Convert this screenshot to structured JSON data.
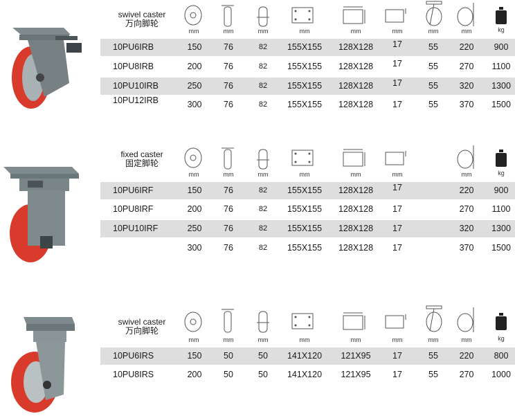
{
  "units": {
    "mm": "mm",
    "kg": "kg"
  },
  "sections": [
    {
      "title_en": "swivel caster",
      "title_cn": "万向脚轮",
      "rows": [
        {
          "model": "10PU6IRB",
          "d": "150",
          "w": "76",
          "h": "82",
          "plate": "155X155",
          "holes": "128X128",
          "bolt": "17",
          "offset": "55",
          "height": "220",
          "load": "900"
        },
        {
          "model": "10PU8IRB",
          "d": "200",
          "w": "76",
          "h": "82",
          "plate": "155X155",
          "holes": "128X128",
          "bolt": "17",
          "offset": "55",
          "height": "270",
          "load": "1100"
        },
        {
          "model": "10PU10IRB",
          "d": "250",
          "w": "76",
          "h": "82",
          "plate": "155X155",
          "holes": "128X128",
          "bolt": "17",
          "offset": "55",
          "height": "320",
          "load": "1300"
        },
        {
          "model": "10PU12IRB",
          "d": "300",
          "w": "76",
          "h": "82",
          "plate": "155X155",
          "holes": "128X128",
          "bolt": "17",
          "offset": "55",
          "height": "370",
          "load": "1500"
        }
      ]
    },
    {
      "title_en": "fixed caster",
      "title_cn": "固定脚轮",
      "rows": [
        {
          "model": "10PU6IRF",
          "d": "150",
          "w": "76",
          "h": "82",
          "plate": "155X155",
          "holes": "128X128",
          "bolt": "17",
          "height": "220",
          "load": "900"
        },
        {
          "model": "10PU8IRF",
          "d": "200",
          "w": "76",
          "h": "82",
          "plate": "155X155",
          "holes": "128X128",
          "bolt": "17",
          "height": "270",
          "load": "1100"
        },
        {
          "model": "10PU10IRF",
          "d": "250",
          "w": "76",
          "h": "82",
          "plate": "155X155",
          "holes": "128X128",
          "bolt": "17",
          "height": "320",
          "load": "1300"
        },
        {
          "model": "",
          "d": "300",
          "w": "76",
          "h": "82",
          "plate": "155X155",
          "holes": "128X128",
          "bolt": "17",
          "height": "370",
          "load": "1500"
        }
      ]
    },
    {
      "title_en": "swivel caster",
      "title_cn": "万向脚轮",
      "rows": [
        {
          "model": "10PU6IRS",
          "d": "150",
          "w": "50",
          "h": "50",
          "plate": "141X120",
          "holes": "121X95",
          "bolt": "17",
          "offset": "55",
          "height": "220",
          "load": "800"
        },
        {
          "model": "10PU8IRS",
          "d": "200",
          "w": "50",
          "h": "50",
          "plate": "141X120",
          "holes": "121X95",
          "bolt": "17",
          "offset": "55",
          "height": "270",
          "load": "1000"
        }
      ]
    }
  ]
}
